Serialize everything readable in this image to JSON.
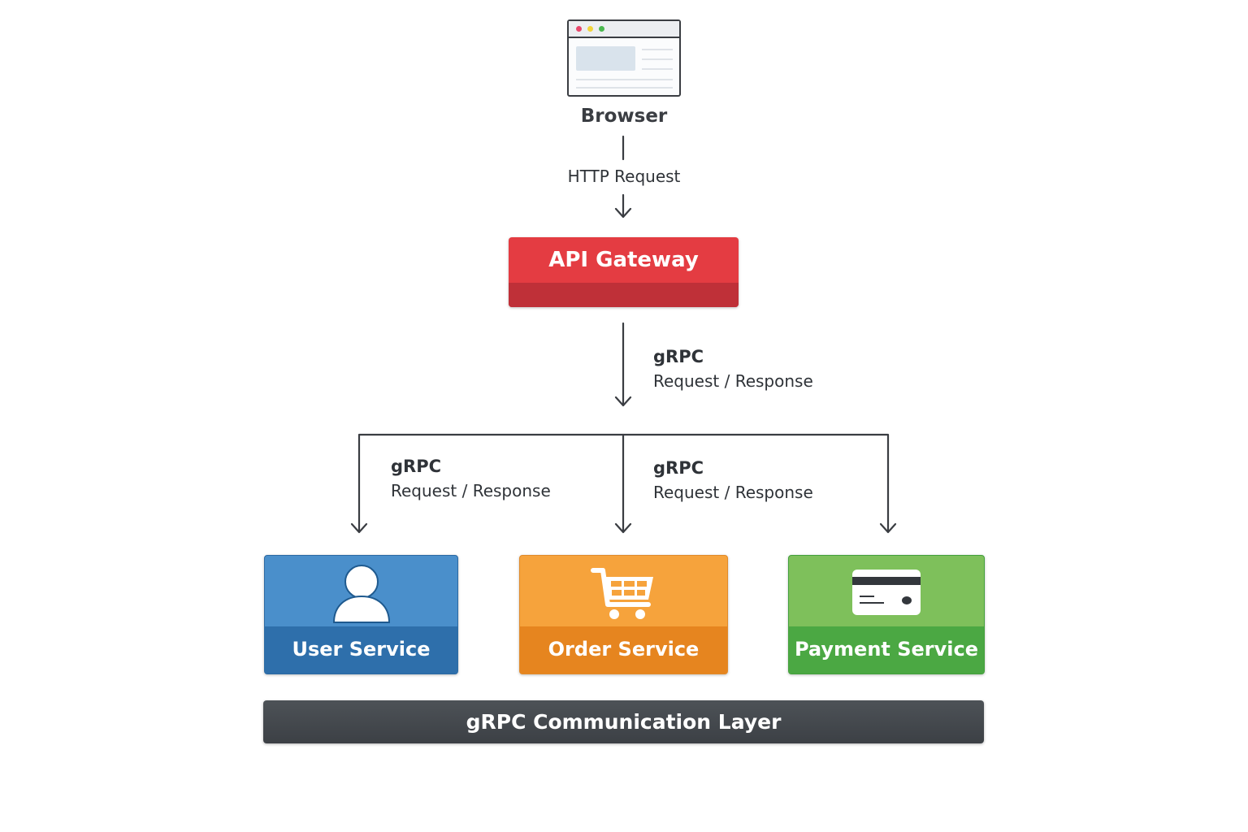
{
  "diagram": {
    "client": {
      "label": "Browser",
      "icon": "browser-window-icon"
    },
    "client_to_gateway": {
      "label": "HTTP Request"
    },
    "gateway": {
      "label": "API Gateway",
      "color": "#e43c42"
    },
    "gateway_to_services": {
      "protocol": "gRPC",
      "label": "Request / Response"
    },
    "branch_labels": [
      {
        "protocol": "gRPC",
        "label": "Request / Response"
      },
      {
        "protocol": "gRPC",
        "label": "Request / Response"
      }
    ],
    "services": [
      {
        "label": "User Service",
        "icon": "user-icon",
        "color": "#4a8fcb"
      },
      {
        "label": "Order Service",
        "icon": "shopping-cart-icon",
        "color": "#f6a33c"
      },
      {
        "label": "Payment Service",
        "icon": "credit-card-icon",
        "color": "#7ec05b"
      }
    ],
    "layer": {
      "label": "gRPC Communication Layer",
      "color": "#42464b"
    }
  }
}
